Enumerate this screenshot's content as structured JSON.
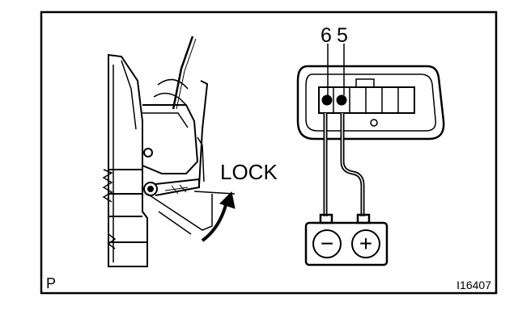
{
  "labels": {
    "lock": "LOCK",
    "pin_6": "6",
    "pin_5": "5",
    "corner": "P",
    "figure_id": "I16407"
  },
  "battery": {
    "negative_symbol": "−",
    "positive_symbol": "+"
  },
  "colors": {
    "line": "#000000",
    "background": "#ffffff"
  }
}
